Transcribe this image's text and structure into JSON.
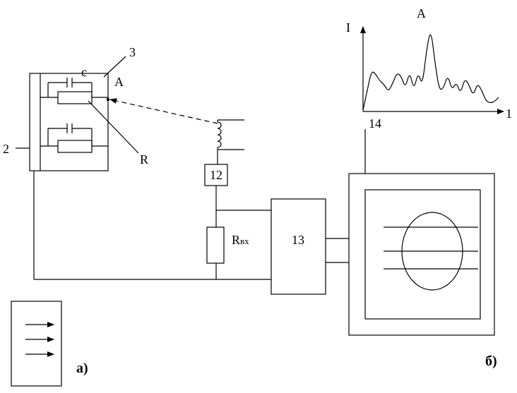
{
  "labels": {
    "part_3": "3",
    "cap_c": "c",
    "point_a_circuit": "A",
    "part_2": "2",
    "resistor_r": "R",
    "block_12": "12",
    "rin_main": "R",
    "rin_sub": "вх",
    "block_13": "13",
    "graph_axis_i": "I",
    "graph_peak_a": "A",
    "graph_axis_x": "1",
    "block_14": "14",
    "panel_a": "a)",
    "panel_b": "б)"
  },
  "chart_data": {
    "type": "line",
    "title": "",
    "ylabel": "I",
    "xlabel": "1",
    "peak_label": "A",
    "series": [
      {
        "values": [
          2,
          30,
          58,
          53,
          43,
          38,
          28,
          40,
          55,
          50,
          33,
          57,
          30,
          56,
          36,
          88,
          118,
          68,
          30,
          33,
          52,
          30,
          42,
          25,
          47,
          38,
          22,
          40,
          30,
          15,
          12,
          14,
          20
        ]
      }
    ]
  }
}
